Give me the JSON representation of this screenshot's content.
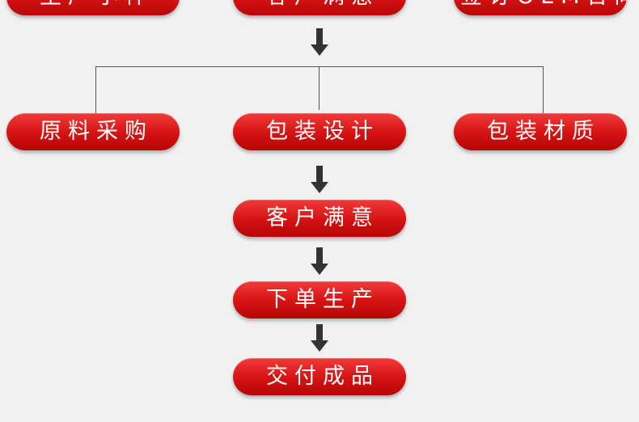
{
  "colors": {
    "background": "#f1f1f1",
    "node_fill": "#d41212",
    "node_text": "#ffffff",
    "arrow": "#333333",
    "connector": "#555555"
  },
  "top_row": [
    {
      "label": "生产小样"
    },
    {
      "label": "客户满意"
    },
    {
      "label": "签订OEM合同"
    }
  ],
  "branch_row": [
    {
      "label": "原料采购"
    },
    {
      "label": "包装设计"
    },
    {
      "label": "包装材质"
    }
  ],
  "steps": [
    {
      "label": "客户满意"
    },
    {
      "label": "下单生产"
    },
    {
      "label": "交付成品"
    }
  ]
}
